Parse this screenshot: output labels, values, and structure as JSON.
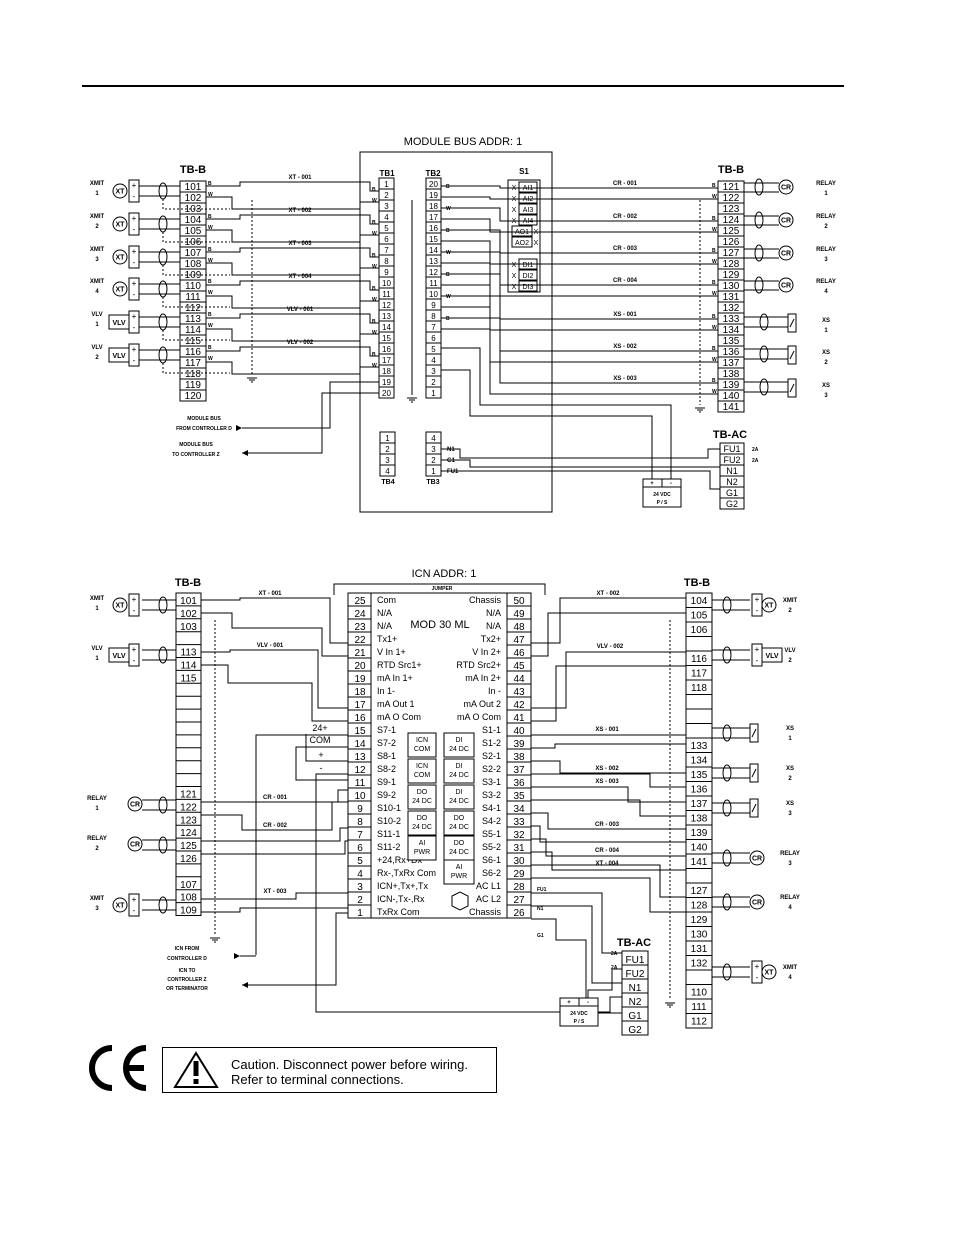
{
  "top": {
    "module_title": "MODULE BUS ADDR: 1",
    "tb1_title": "TB1",
    "tb2_title": "TB2",
    "s1_title": "S1",
    "tb4_title": "TB4",
    "tb3_title": "TB3",
    "tbb_left_title": "TB-B",
    "tbb_right_title": "TB-B",
    "tbac_title": "TB-AC",
    "tb1_terms": [
      "1",
      "2",
      "3",
      "4",
      "5",
      "6",
      "7",
      "8",
      "9",
      "10",
      "11",
      "12",
      "13",
      "14",
      "15",
      "16",
      "17",
      "18",
      "19",
      "20"
    ],
    "tb2_terms": [
      "20",
      "19",
      "18",
      "17",
      "16",
      "15",
      "14",
      "13",
      "12",
      "11",
      "10",
      "9",
      "8",
      "7",
      "6",
      "5",
      "4",
      "3",
      "2",
      "1"
    ],
    "s1_items": [
      "AI1",
      "AI2",
      "AI3",
      "AI4",
      "AO1",
      "AO2",
      "",
      "DI1",
      "DI2",
      "DI3"
    ],
    "tb4_terms": [
      "1",
      "2",
      "3",
      "4"
    ],
    "tb3_terms": [
      "4",
      "3",
      "2",
      "1"
    ],
    "tb3_labels": [
      "N1",
      "G1",
      "FU1"
    ],
    "left_terms": [
      "101",
      "102",
      "103",
      "104",
      "105",
      "106",
      "107",
      "108",
      "109",
      "110",
      "111",
      "112",
      "113",
      "114",
      "115",
      "116",
      "117",
      "118",
      "119",
      "120"
    ],
    "right_terms": [
      "121",
      "122",
      "123",
      "124",
      "125",
      "126",
      "127",
      "128",
      "129",
      "130",
      "131",
      "132",
      "133",
      "134",
      "135",
      "136",
      "137",
      "138",
      "139",
      "140",
      "141"
    ],
    "tbac_terms": [
      "FU1",
      "FU2",
      "N1",
      "N2",
      "G1",
      "G2"
    ],
    "tbac_2a": [
      "2A",
      "2A"
    ],
    "left_devices": [
      {
        "tag": "XT",
        "label": [
          "XMIT",
          "1"
        ]
      },
      {
        "tag": "XT",
        "label": [
          "XMIT",
          "2"
        ]
      },
      {
        "tag": "XT",
        "label": [
          "XMIT",
          "3"
        ]
      },
      {
        "tag": "XT",
        "label": [
          "XMIT",
          "4"
        ]
      },
      {
        "tag": "VLV",
        "label": [
          "VLV",
          "1"
        ]
      },
      {
        "tag": "VLV",
        "label": [
          "VLV",
          "2"
        ]
      }
    ],
    "right_devices": [
      {
        "tag": "CR",
        "label": [
          "RELAY",
          "1"
        ]
      },
      {
        "tag": "CR",
        "label": [
          "RELAY",
          "2"
        ]
      },
      {
        "tag": "CR",
        "label": [
          "RELAY",
          "3"
        ]
      },
      {
        "tag": "CR",
        "label": [
          "RELAY",
          "4"
        ]
      },
      {
        "tag": "",
        "label": [
          "XS",
          "1"
        ]
      },
      {
        "tag": "",
        "label": [
          "XS",
          "2"
        ]
      },
      {
        "tag": "",
        "label": [
          "XS",
          "3"
        ]
      }
    ],
    "left_wire_tags": [
      "XT - 001",
      "XT - 002",
      "XT - 003",
      "XT - 004",
      "VLV - 001",
      "VLV - 002"
    ],
    "right_wire_tags": [
      "CR - 001",
      "CR - 002",
      "CR - 003",
      "CR - 004",
      "XS - 001",
      "XS - 002",
      "XS - 003"
    ],
    "bus_from": [
      "MODULE BUS",
      "FROM CONTROLLER D"
    ],
    "bus_to": [
      "MODULE BUS",
      "TO CONTROLLER Z"
    ],
    "ps_label": [
      "24 VDC",
      "P / S"
    ],
    "ps_signs": [
      "+",
      "-"
    ],
    "wire_b": "B",
    "wire_w": "W"
  },
  "bottom": {
    "title": "ICN ADDR: 1",
    "jumper": "JUMPER",
    "module": "MOD 30 ML",
    "tbb_left_title": "TB-B",
    "tbb_right_title": "TB-B",
    "tbac_title": "TB-AC",
    "left_numbers": [
      "25",
      "24",
      "23",
      "22",
      "21",
      "20",
      "19",
      "18",
      "17",
      "16",
      "15",
      "14",
      "13",
      "12",
      "11",
      "10",
      "9",
      "8",
      "7",
      "6",
      "5",
      "4",
      "3",
      "2",
      "1"
    ],
    "left_signals": [
      "Com",
      "N/A",
      "N/A",
      "Tx1+",
      "V In 1+",
      "RTD Src1+",
      "mA In 1+",
      "In 1-",
      "mA Out 1",
      "mA O Com",
      "S7-1",
      "S7-2",
      "S8-1",
      "S8-2",
      "S9-1",
      "S9-2",
      "S10-1",
      "S10-2",
      "S11-1",
      "S11-2",
      "+24,Rx+Dx",
      "Rx-,TxRx Com",
      "ICN+,Tx+,Tx",
      "ICN-,Tx-,Rx",
      "TxRx Com"
    ],
    "right_numbers": [
      "50",
      "49",
      "48",
      "47",
      "46",
      "45",
      "44",
      "43",
      "42",
      "41",
      "40",
      "39",
      "38",
      "37",
      "36",
      "35",
      "34",
      "33",
      "32",
      "31",
      "30",
      "29",
      "28",
      "27",
      "26"
    ],
    "right_signals": [
      "Chassis",
      "N/A",
      "N/A",
      "Tx2+",
      "V In 2+",
      "RTD Src2+",
      "mA In 2+",
      "In -",
      "mA Out 2",
      "mA O Com",
      "S1-1",
      "S1-2",
      "S2-1",
      "S2-2",
      "S3-1",
      "S3-2",
      "S4-1",
      "S4-2",
      "S5-1",
      "S5-2",
      "S6-1",
      "S6-2",
      "AC L1",
      "AC L2",
      "Chassis"
    ],
    "inner_left": [
      [
        "ICN",
        "COM"
      ],
      [
        "ICN",
        "COM"
      ],
      [
        "DO",
        "24 DC"
      ],
      [
        "DO",
        "24 DC"
      ],
      [
        "AI",
        "PWR"
      ]
    ],
    "inner_right": [
      [
        "DI",
        "24 DC"
      ],
      [
        "DI",
        "24 DC"
      ],
      [
        "DI",
        "24 DC"
      ],
      [
        "DO",
        "24 DC"
      ],
      [
        "DO",
        "24 DC"
      ],
      [
        "AI",
        "PWR"
      ]
    ],
    "left_terms": [
      "101",
      "102",
      "103",
      "",
      "113",
      "114",
      "115",
      "",
      "",
      "",
      "",
      "",
      "",
      "",
      "",
      "121",
      "122",
      "123",
      "124",
      "125",
      "126",
      "",
      "107",
      "108",
      "109"
    ],
    "right_terms": [
      "104",
      "105",
      "106",
      "",
      "116",
      "117",
      "118",
      "",
      "",
      "",
      "133",
      "134",
      "135",
      "136",
      "137",
      "138",
      "139",
      "140",
      "141",
      "",
      "127",
      "128",
      "129",
      "130",
      "131",
      "132",
      "",
      "110",
      "111",
      "112"
    ],
    "tbac_terms": [
      "FU1",
      "FU2",
      "N1",
      "N2",
      "G1",
      "G2"
    ],
    "power_labels": [
      "24+",
      "COM",
      "+",
      "-"
    ],
    "left_devices": [
      {
        "tag": "XT",
        "label": [
          "XMIT",
          "1"
        ]
      },
      {
        "tag": "VLV",
        "label": [
          "VLV",
          "1"
        ]
      },
      {
        "tag": "CR",
        "label": [
          "RELAY",
          "1"
        ]
      },
      {
        "tag": "CR",
        "label": [
          "RELAY",
          "2"
        ]
      },
      {
        "tag": "XT",
        "label": [
          "XMIT",
          "3"
        ]
      }
    ],
    "right_devices": [
      {
        "tag": "XT",
        "label": [
          "XMIT",
          "2"
        ]
      },
      {
        "tag": "VLV",
        "label": [
          "VLV",
          "2"
        ]
      },
      {
        "tag": "",
        "label": [
          "XS",
          "1"
        ]
      },
      {
        "tag": "",
        "label": [
          "XS",
          "2"
        ]
      },
      {
        "tag": "",
        "label": [
          "XS",
          "3"
        ]
      },
      {
        "tag": "CR",
        "label": [
          "RELAY",
          "3"
        ]
      },
      {
        "tag": "CR",
        "label": [
          "RELAY",
          "4"
        ]
      },
      {
        "tag": "XT",
        "label": [
          "XMIT",
          "4"
        ]
      }
    ],
    "wire_tags": [
      "XT - 001",
      "VLV - 001",
      "CR - 001",
      "CR - 002",
      "XT - 003",
      "XT - 002",
      "VLV - 002",
      "XS - 001",
      "XS - 002",
      "XS - 003",
      "CR - 003",
      "CR - 004",
      "XT - 004"
    ],
    "icn_from": [
      "ICN FROM",
      "CONTROLLER D"
    ],
    "icn_to": [
      "ICN TO",
      "CONTROLLER Z",
      "OR TERMINATOR"
    ],
    "fu1": "FU1",
    "n1": "N1",
    "g1": "G1",
    "tbac_2a": [
      "2A",
      "2A"
    ],
    "ps_label": [
      "24 VDC",
      "P / S"
    ],
    "ps_signs": [
      "+",
      "-"
    ]
  },
  "footer": {
    "ce_mark": "CE",
    "caution_line1": "Caution. Disconnect power before wiring.",
    "caution_line2": "Refer to terminal connections.",
    "warning_icon": "exclamation-triangle-icon"
  }
}
